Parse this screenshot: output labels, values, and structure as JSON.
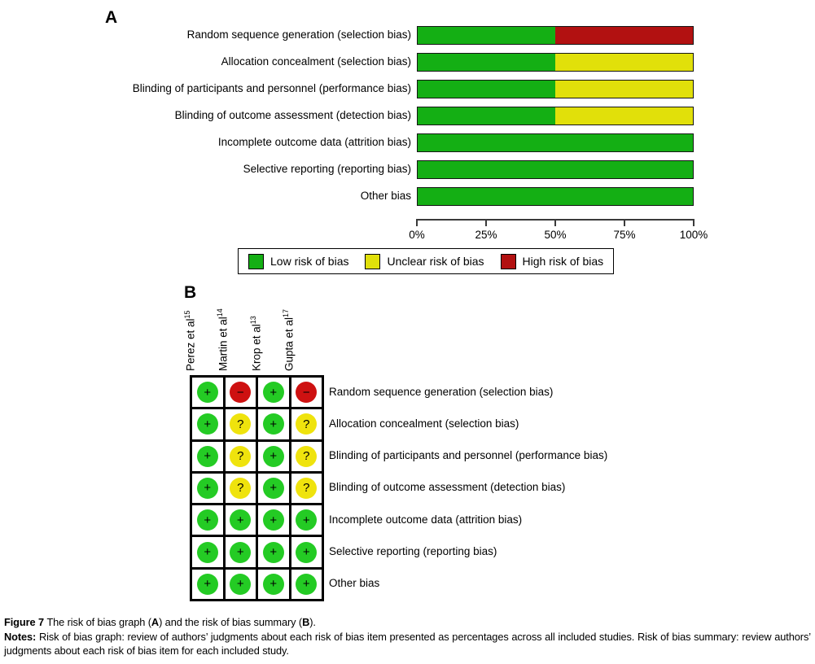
{
  "panel_a": {
    "label": "A"
  },
  "panel_b": {
    "label": "B"
  },
  "chart_data": {
    "type": "bar",
    "orientation": "horizontal",
    "stacked": true,
    "unit": "percent",
    "categories": [
      "Random sequence generation (selection bias)",
      "Allocation concealment (selection bias)",
      "Blinding of participants and personnel (performance bias)",
      "Blinding of outcome assessment (detection bias)",
      "Incomplete outcome data (attrition bias)",
      "Selective reporting (reporting bias)",
      "Other bias"
    ],
    "series": [
      {
        "name": "Low risk of bias",
        "color": "#14AF14",
        "values": [
          50,
          50,
          50,
          50,
          100,
          100,
          100
        ]
      },
      {
        "name": "Unclear risk of bias",
        "color": "#E1E00A",
        "values": [
          0,
          50,
          50,
          50,
          0,
          0,
          0
        ]
      },
      {
        "name": "High risk of bias",
        "color": "#B21111",
        "values": [
          50,
          0,
          0,
          0,
          0,
          0,
          0
        ]
      }
    ],
    "xlim": [
      0,
      100
    ],
    "x_ticks": [
      "0%",
      "25%",
      "50%",
      "75%",
      "100%"
    ],
    "grid": false,
    "legend_position": "bottom",
    "legend": [
      {
        "label": "Low risk of bias",
        "color": "#14AF14"
      },
      {
        "label": "Unclear risk of bias",
        "color": "#E1E00A"
      },
      {
        "label": "High risk of bias",
        "color": "#B21111"
      }
    ]
  },
  "summary": {
    "studies": [
      {
        "name": "Perez et al",
        "ref": "15"
      },
      {
        "name": "Martin et al",
        "ref": "14"
      },
      {
        "name": "Krop et al",
        "ref": "13"
      },
      {
        "name": "Gupta et al",
        "ref": "17"
      }
    ],
    "symbols": {
      "low": "+",
      "unclear": "?",
      "high": "−"
    },
    "circle_colors": {
      "low": "#24CB24",
      "unclear": "#EFE30D",
      "high": "#CE1111"
    },
    "rows": [
      {
        "label": "Random sequence generation (selection bias)",
        "judgments": [
          "low",
          "high",
          "low",
          "high"
        ]
      },
      {
        "label": "Allocation concealment (selection bias)",
        "judgments": [
          "low",
          "unclear",
          "low",
          "unclear"
        ]
      },
      {
        "label": "Blinding of participants and personnel (performance bias)",
        "judgments": [
          "low",
          "unclear",
          "low",
          "unclear"
        ]
      },
      {
        "label": "Blinding of outcome assessment (detection bias)",
        "judgments": [
          "low",
          "unclear",
          "low",
          "unclear"
        ]
      },
      {
        "label": "Incomplete outcome data (attrition bias)",
        "judgments": [
          "low",
          "low",
          "low",
          "low"
        ]
      },
      {
        "label": "Selective reporting (reporting bias)",
        "judgments": [
          "low",
          "low",
          "low",
          "low"
        ]
      },
      {
        "label": "Other bias",
        "judgments": [
          "low",
          "low",
          "low",
          "low"
        ]
      }
    ]
  },
  "caption": {
    "line1": [
      {
        "text": "Figure 7 ",
        "bold": true
      },
      {
        "text": "The risk of bias graph (",
        "bold": false
      },
      {
        "text": "A",
        "bold": true
      },
      {
        "text": ") and the risk of bias summary (",
        "bold": false
      },
      {
        "text": "B",
        "bold": true
      },
      {
        "text": ").",
        "bold": false
      }
    ],
    "notes": [
      {
        "text": "Notes: ",
        "bold": true
      },
      {
        "text": "Risk of bias graph: review of authors’ judgments about each risk of bias item presented as percentages across all included studies. Risk of bias summary: review authors’ judgments about each risk of bias item for each included study.",
        "bold": false
      }
    ]
  }
}
